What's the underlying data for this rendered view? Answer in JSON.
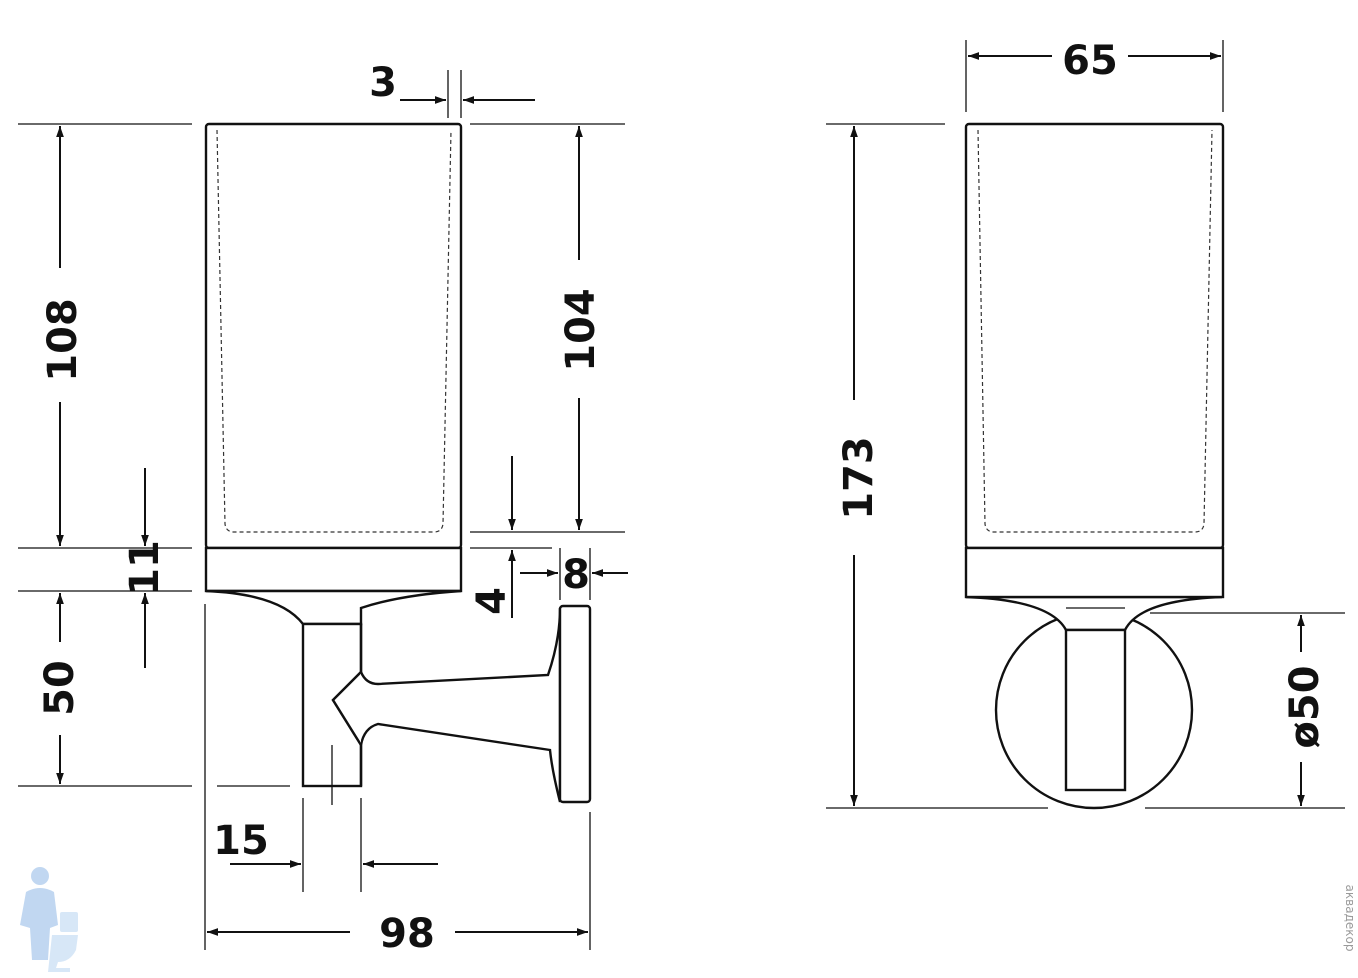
{
  "dimensions": {
    "wall_gap": "3",
    "glass_height": "108",
    "glass_inner_height": "104",
    "base_height": "11",
    "holder_offset": "4",
    "plate_thickness": "8",
    "bracket_height": "50",
    "arm_width": "15",
    "total_depth": "98",
    "width": "65",
    "total_height": "173",
    "rosette_diameter": "ø50"
  },
  "watermark": {
    "text": "аквадекор",
    "icon": "plumber-mascot-icon"
  },
  "colors": {
    "line": "#111111",
    "background": "#ffffff",
    "watermark": "#8fb8e6"
  }
}
